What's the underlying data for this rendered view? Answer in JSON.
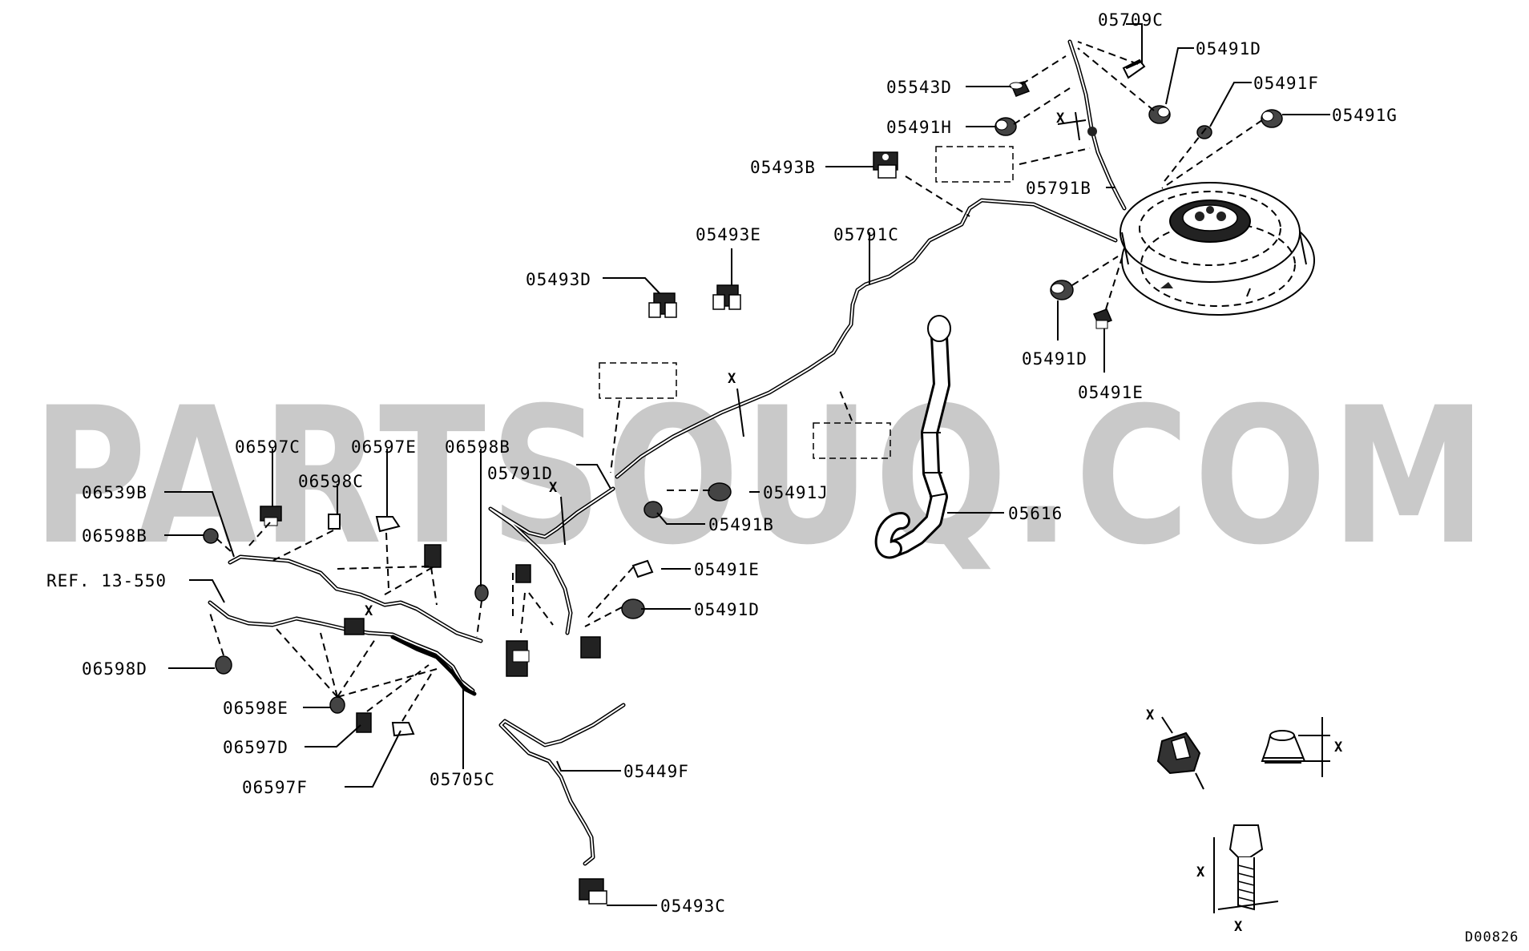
{
  "watermark": "PARTSOUQ.COM",
  "diagram_code": "D00826",
  "dimension_mark": "X",
  "labels": {
    "p05709C": "05709C",
    "p05491D_top": "05491D",
    "p05491F": "05491F",
    "p05491G": "05491G",
    "p05543D": "05543D",
    "p05491H": "05491H",
    "p05493B": "05493B",
    "p05791B": "05791B",
    "p05493E": "05493E",
    "p05791C": "05791C",
    "p05493D": "05493D",
    "p05491D_mid": "05491D",
    "p05491E_mid": "05491E",
    "p06597C": "06597C",
    "p06597E": "06597E",
    "p06598B_top": "06598B",
    "p06598C": "06598C",
    "p05791D": "05791D",
    "p06539B": "06539B",
    "p06598B_left": "06598B",
    "p05491J": "05491J",
    "p05491B": "05491B",
    "p05616": "05616",
    "ref": "REF. 13-550",
    "p05491E_low": "05491E",
    "p05491D_low": "05491D",
    "p06598D": "06598D",
    "p06598E": "06598E",
    "p06597D": "06597D",
    "p06597F": "06597F",
    "p05705C": "05705C",
    "p05449F": "05449F",
    "p05493C": "05493C"
  }
}
